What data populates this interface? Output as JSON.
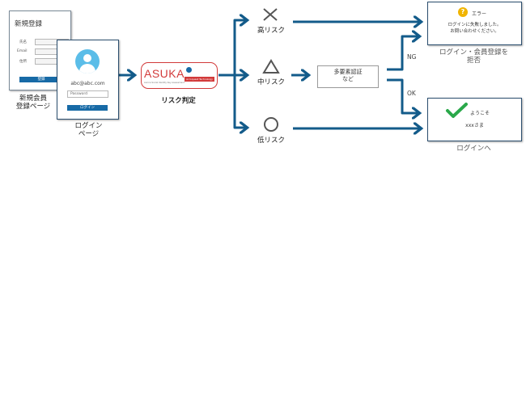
{
  "signup_form": {
    "title": "新規登録",
    "fields": [
      "氏名",
      "Email",
      "住所"
    ],
    "submit": "登録",
    "caption_line1": "新規会員",
    "caption_line2": "登録ページ"
  },
  "login_form": {
    "email": "abc@abc.com",
    "password": "Password",
    "submit": "ログイン",
    "caption_line1": "ログイン",
    "caption_line2": "ページ"
  },
  "asuka": {
    "logo_text": "ASUKA",
    "tagline": "Aurora Social Identity Key Assessment",
    "badge": "Acroquest Technology",
    "caption": "リスク判定"
  },
  "risk_levels": {
    "high": "高リスク",
    "mid": "中リスク",
    "low": "低リスク"
  },
  "mfa": {
    "line1": "多要素認証",
    "line2": "など"
  },
  "branches": {
    "ng": "NG",
    "ok": "OK"
  },
  "error_box": {
    "title": "エラー",
    "message_line1": "ログインに失敗しました。",
    "message_line2": "お問い合わせください。",
    "caption_line1": "ログイン・会員登録を",
    "caption_line2": "拒否"
  },
  "welcome_box": {
    "title": "ようこそ",
    "user": "xxxさま",
    "caption": "ログインへ"
  },
  "colors": {
    "arrow": "#135b8a",
    "button": "#176aa6",
    "asuka_red": "#d23a3a",
    "check": "#2aa84a",
    "warn": "#f0b400",
    "avatar": "#5bbde8"
  }
}
